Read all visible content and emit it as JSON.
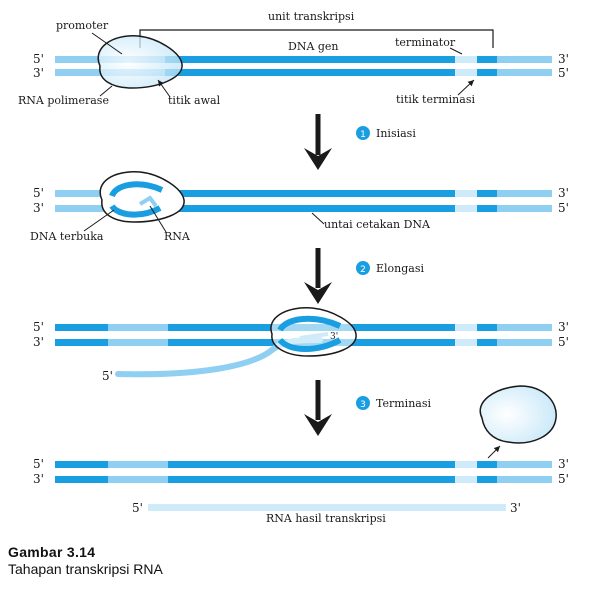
{
  "labels": {
    "unit_transkripsi": "unit transkripsi",
    "promoter": "promoter",
    "dna_gen": "DNA gen",
    "terminator": "terminator",
    "rna_polimerase": "RNA polimerase",
    "titik_awal": "titik awal",
    "titik_terminasi": "titik terminasi",
    "dna_terbuka": "DNA terbuka",
    "rna": "RNA",
    "untai_cetakan": "untai cetakan DNA",
    "rna_hasil": "RNA hasil transkripsi"
  },
  "ends": {
    "five": "5'",
    "three": "3'"
  },
  "steps": [
    {
      "number": "1",
      "label": "Inisiasi"
    },
    {
      "number": "2",
      "label": "Elongasi"
    },
    {
      "number": "3",
      "label": "Terminasi"
    }
  ],
  "caption": {
    "figure": "Gambar 3.14",
    "text": "Tahapan transkripsi RNA"
  },
  "colors": {
    "dna_dark": "#1a9ee2",
    "dna_light": "#8fd0f2",
    "dna_pale": "#cfeaf8",
    "step_badge": "#1a9ee2",
    "arrow": "#1a1a1a"
  }
}
